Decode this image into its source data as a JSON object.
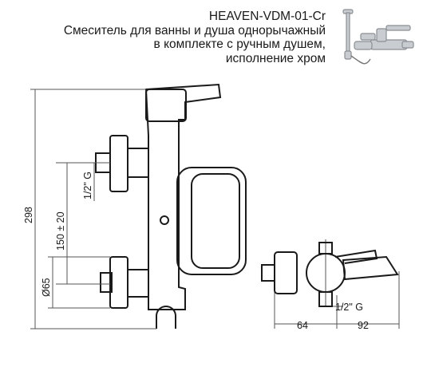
{
  "header": {
    "model": "HEAVEN-VDM-01-Cr",
    "line1": "Смеситель для ванны и душа однорычажный",
    "line2": "в комплекте с ручным душем,",
    "line3": "исполнение хром"
  },
  "dimensions": {
    "height_total": "298",
    "center_distance": "150 ± 20",
    "thread_left": "1/2\" G",
    "diameter": "Ø65",
    "thread_side": "1/2\" G",
    "depth_wall": "64",
    "depth_spout": "92"
  },
  "colors": {
    "line": "#1a1a1a",
    "thin_line": "#555555",
    "chrome": "#b8bcc0"
  }
}
